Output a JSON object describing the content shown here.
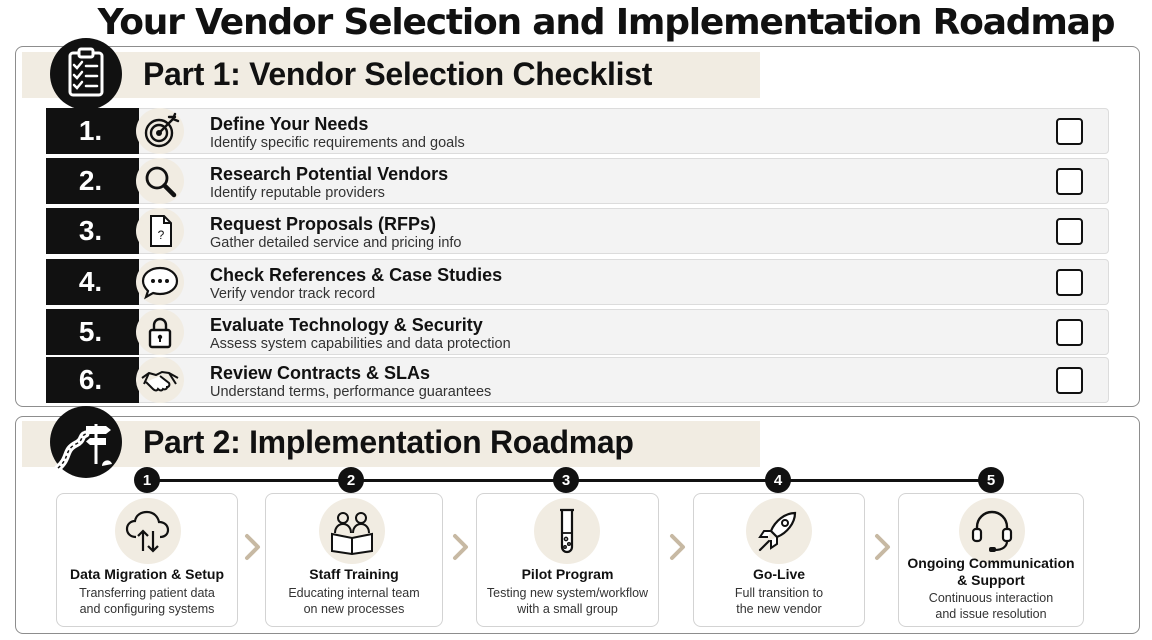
{
  "title": "Your Vendor Selection and Implementation Roadmap",
  "part1": {
    "heading": "Part 1: Vendor Selection Checklist",
    "icon": "clipboard-checklist-icon",
    "items": [
      {
        "number": "1.",
        "title": "Define Your Needs",
        "description": "Identify specific requirements and goals",
        "icon": "target-icon",
        "checked": false
      },
      {
        "number": "2.",
        "title": "Research Potential Vendors",
        "description": "Identify reputable providers",
        "icon": "magnifier-icon",
        "checked": false
      },
      {
        "number": "3.",
        "title": "Request Proposals (RFPs)",
        "description": "Gather detailed service and pricing info",
        "icon": "document-question-icon",
        "checked": false
      },
      {
        "number": "4.",
        "title": "Check References & Case Studies",
        "description": "Verify vendor track record",
        "icon": "speech-bubble-icon",
        "checked": false
      },
      {
        "number": "5.",
        "title": "Evaluate Technology & Security",
        "description": "Assess system capabilities and data protection",
        "icon": "padlock-icon",
        "checked": false
      },
      {
        "number": "6.",
        "title": "Review Contracts & SLAs",
        "description": "Understand terms, performance guarantees",
        "icon": "handshake-icon",
        "checked": false
      }
    ]
  },
  "part2": {
    "heading": "Part 2: Implementation Roadmap",
    "icon": "road-signpost-icon",
    "steps": [
      {
        "number": "1",
        "title_lines": [
          "Data Migration & Setup"
        ],
        "description_lines": [
          "Transferring patient data",
          "and configuring systems"
        ],
        "icon": "cloud-sync-icon"
      },
      {
        "number": "2",
        "title_lines": [
          "Staff Training"
        ],
        "description_lines": [
          "Educating internal team",
          "on new processes"
        ],
        "icon": "team-book-icon"
      },
      {
        "number": "3",
        "title_lines": [
          "Pilot Program"
        ],
        "description_lines": [
          "Testing new system/workflow",
          "with a small group"
        ],
        "icon": "test-tube-icon"
      },
      {
        "number": "4",
        "title_lines": [
          "Go-Live"
        ],
        "description_lines": [
          "Full transition to",
          "the new vendor"
        ],
        "icon": "rocket-icon"
      },
      {
        "number": "5",
        "title_lines": [
          "Ongoing Communication",
          "& Support"
        ],
        "description_lines": [
          "Continuous interaction",
          "and issue resolution"
        ],
        "icon": "headset-icon"
      }
    ]
  },
  "colors": {
    "dark": "#111111",
    "beige": "#f1ece2",
    "row_bg": "#f3f3f3",
    "chevron": "#c7b9a3"
  }
}
